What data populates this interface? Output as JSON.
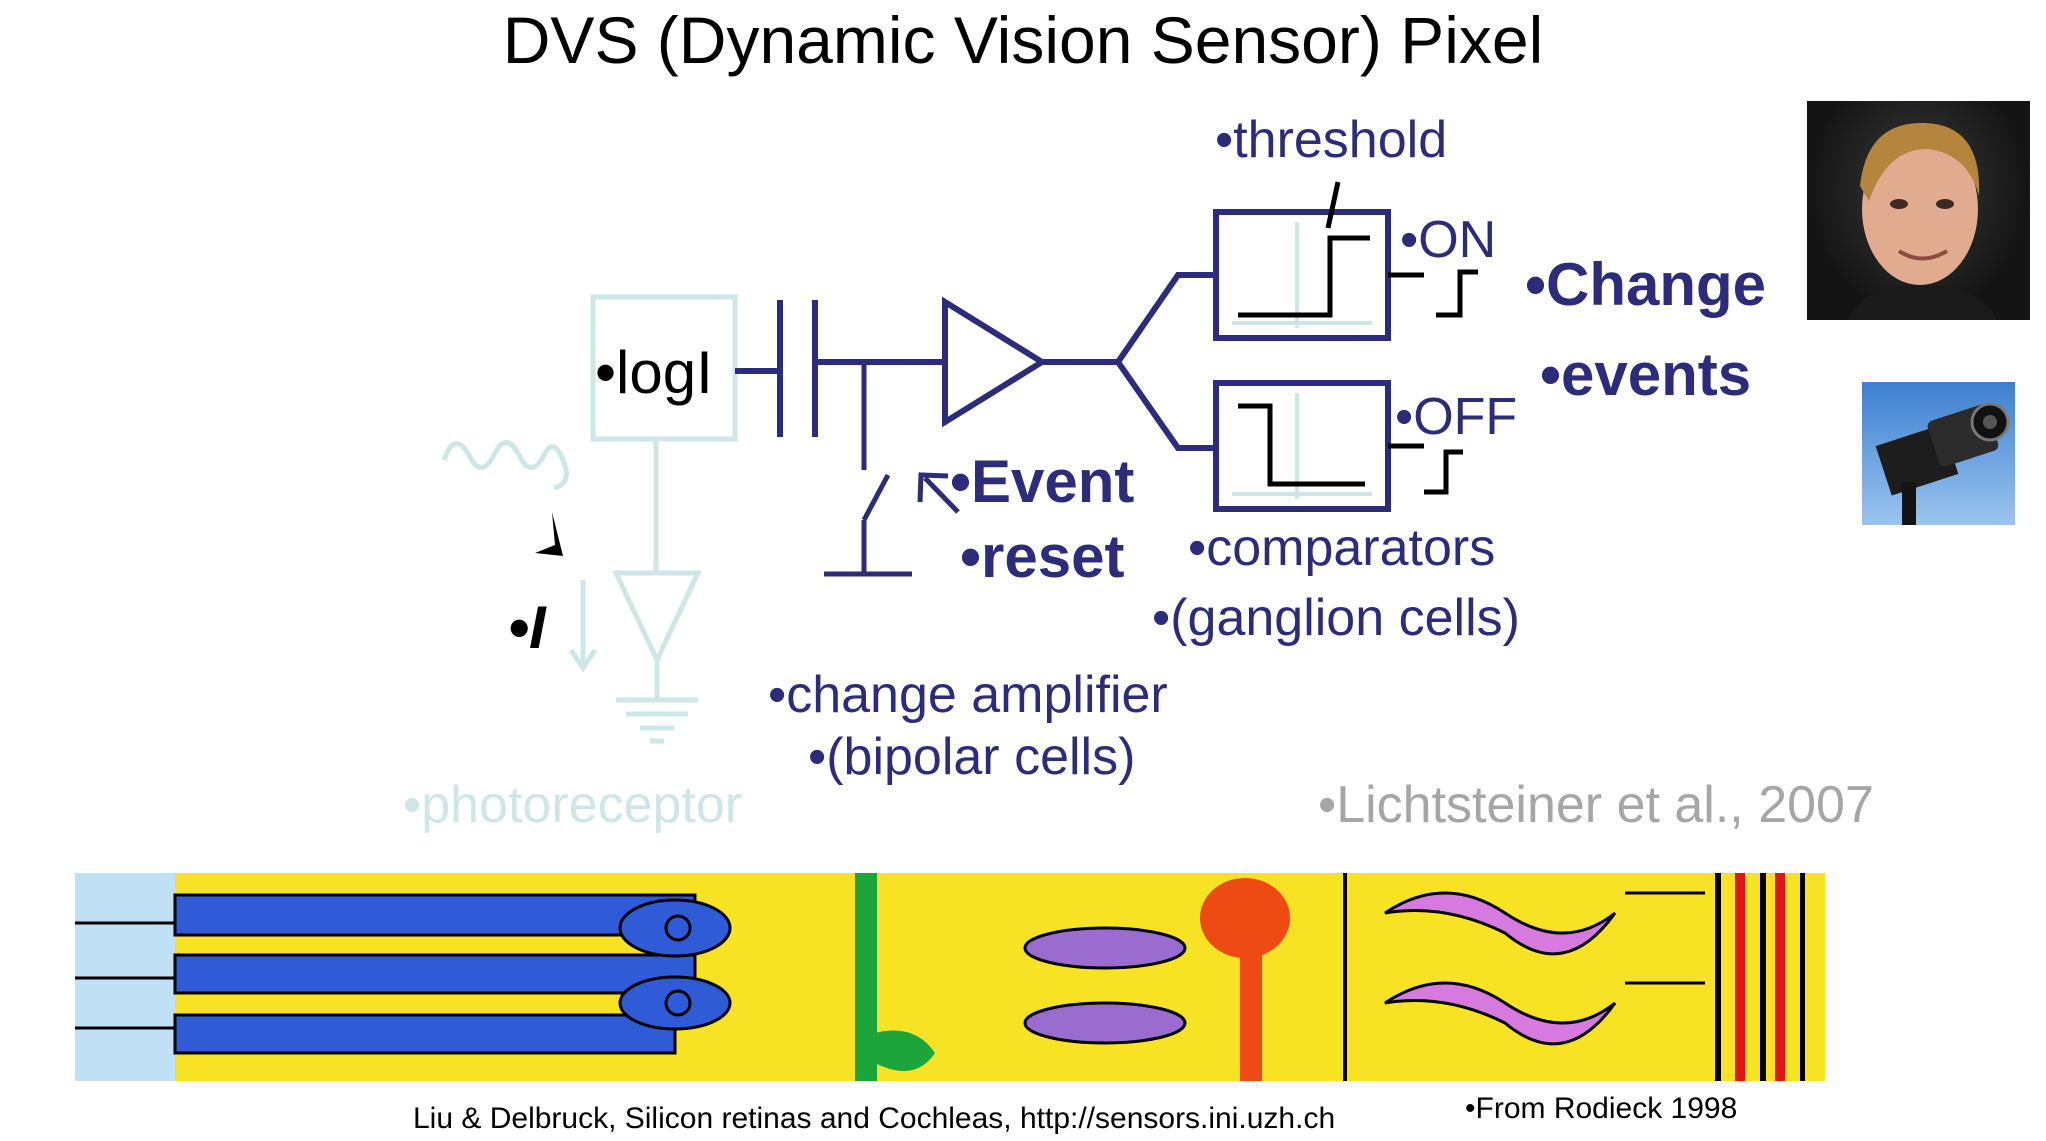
{
  "title": "DVS (Dynamic Vision Sensor) Pixel",
  "labels": {
    "log": "•logI",
    "threshold": "•threshold",
    "on": "•ON",
    "off": "•OFF",
    "change": "•Change",
    "events": "•events",
    "event": "•Event",
    "reset": "•reset",
    "comparators": "•comparators",
    "ganglion": "•(ganglion cells)",
    "i": "•I",
    "change_amp": "•change amplifier",
    "bipolar": "•(bipolar cells)",
    "photoreceptor": "•photoreceptor",
    "lichtsteiner": "•Lichtsteiner et al., 2007",
    "credit": "Liu & Delbruck, Silicon retinas and Cochleas, http://sensors.ini.uzh.ch",
    "rodieck": "•From Rodieck 1998"
  },
  "colors": {
    "circuit": "#2c2c7a",
    "faint": "#cfe6e6",
    "gray": "#a6a6a6",
    "retina_yellow": "#f7e323",
    "retina_blue": "#2f5bd6",
    "retina_purple": "#9b6ccf",
    "retina_orange": "#ee4a14",
    "retina_green": "#1ba53a"
  },
  "images": {
    "portrait": "person-portrait",
    "camera": "dvs-camera",
    "retina": "retina-cell-illustration"
  }
}
